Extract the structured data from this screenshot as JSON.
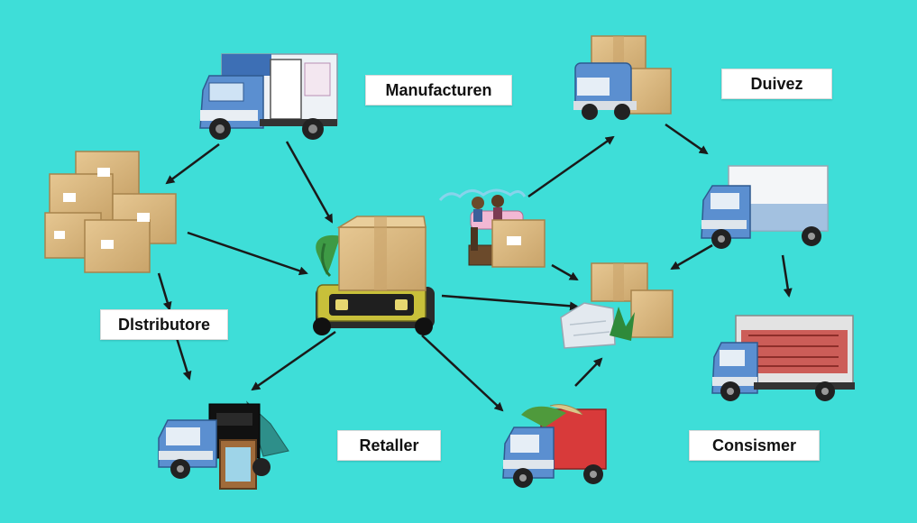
{
  "labels": {
    "manufacturer": "Manufacturen",
    "driver": "Duivez",
    "distributor": "Dlstributore",
    "retailer": "Retaller",
    "consumer": "Consismer"
  },
  "colors": {
    "background": "#3EDED8",
    "arrow": "#1a1a1a",
    "box": "#D9B77E",
    "truck_cab": "#5B8FD0",
    "truck_body": "#EEF2F6",
    "red_cargo": "#D83A3A"
  }
}
